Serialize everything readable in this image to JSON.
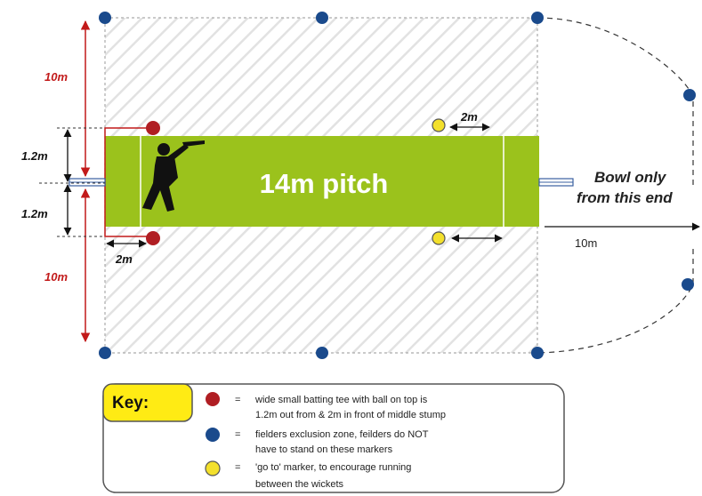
{
  "labels": {
    "top_zone": "10m",
    "bottom_zone": "10m",
    "upper_offset": "1.2m",
    "lower_offset": "1.2m",
    "crease_gap_left": "2m",
    "crease_gap_right": "2m",
    "pitch": "14m pitch",
    "bowl_line1": "Bowl only",
    "bowl_line2": "from this end",
    "run_distance": "10m"
  },
  "key": {
    "title": "Key:",
    "equals": "=",
    "red_line1": "wide small batting tee with ball on top is",
    "red_line2": "1.2m out from & 2m in front of middle stump",
    "blue_line1": "fielders exclusion zone, feilders do NOT",
    "blue_line2": "have to stand on these markers",
    "yellow_line1": "'go to' marker, to encourage running",
    "yellow_line2": "between the wickets"
  },
  "colors": {
    "pitch_green": "#9bc21c",
    "hatch": "#e4e4e4",
    "red_marker": "#b01e23",
    "blue_marker": "#1a4a8c",
    "yellow_marker": "#f3e02c",
    "dim_red": "#c21a1a",
    "key_title_bg": "#ffeb14"
  },
  "icons": {
    "batsman": "batsman-silhouette-icon"
  }
}
